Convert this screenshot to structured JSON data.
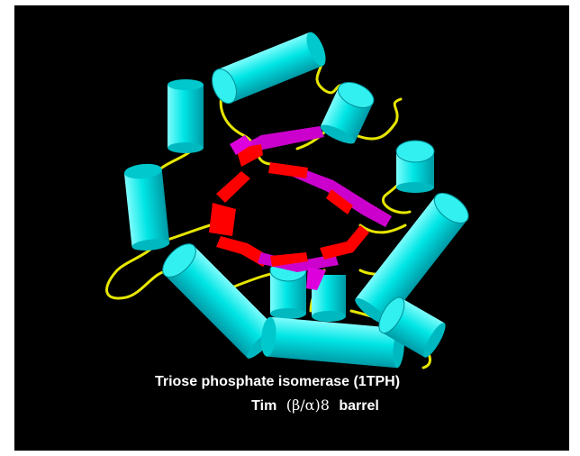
{
  "caption": {
    "line1": "Triose phosphate isomerase (1TPH)",
    "line2_prefix": "Tim",
    "line2_symbol": "(β/α)8",
    "line2_suffix": "barrel"
  },
  "colors": {
    "background": "#000000",
    "helix": "#00e5e5",
    "helix_shade": "#00a8b0",
    "strand": "#ff0000",
    "strand_shade": "#cc00cc",
    "loop": "#e6e600",
    "text": "#ffffff"
  }
}
